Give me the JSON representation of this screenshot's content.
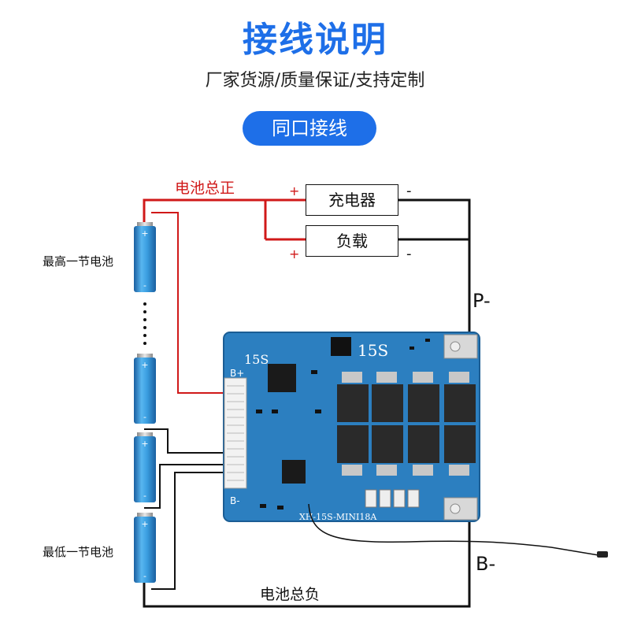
{
  "header": {
    "title": "接线说明",
    "subtitle": "厂家货源/质量保证/支持定制",
    "mode_pill": "同口接线"
  },
  "diagram": {
    "battery_total_positive": "电池总正",
    "battery_total_negative": "电池总负",
    "highest_cell": "最高一节电池",
    "lowest_cell": "最低一节电池",
    "charger": "充电器",
    "load": "负载",
    "plus": "+",
    "minus": "-",
    "p_minus": "P-",
    "b_minus": "B-",
    "board_mark": "15S",
    "board_model": "XH-15S-MINI18A",
    "board_b_plus": "B+",
    "board_b_minus": "B-"
  },
  "colors": {
    "title": "#1e6fe8",
    "positive_wire": "#d01919",
    "negative_wire": "#111111",
    "board": "#2c7fc0",
    "battery": "#2f8fd6"
  }
}
